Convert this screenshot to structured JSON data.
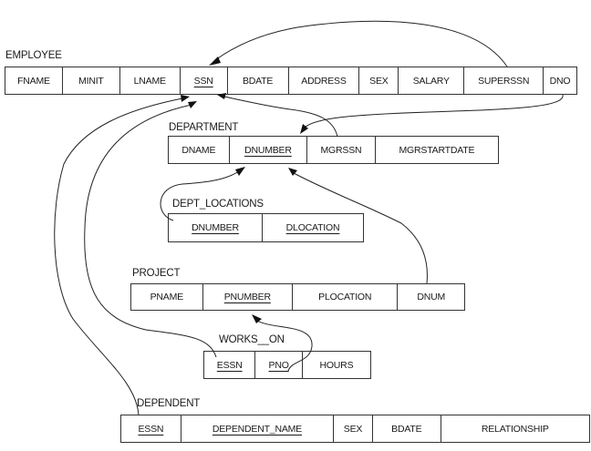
{
  "diagram": {
    "relations": [
      {
        "id": "employee",
        "name": "EMPLOYEE",
        "attributes": [
          {
            "name": "FNAME",
            "key": false
          },
          {
            "name": "MINIT",
            "key": false
          },
          {
            "name": "LNAME",
            "key": false
          },
          {
            "name": "SSN",
            "key": true
          },
          {
            "name": "BDATE",
            "key": false
          },
          {
            "name": "ADDRESS",
            "key": false
          },
          {
            "name": "SEX",
            "key": false
          },
          {
            "name": "SALARY",
            "key": false
          },
          {
            "name": "SUPERSSN",
            "key": false
          },
          {
            "name": "DNO",
            "key": false
          }
        ]
      },
      {
        "id": "department",
        "name": "DEPARTMENT",
        "attributes": [
          {
            "name": "DNAME",
            "key": false
          },
          {
            "name": "DNUMBER",
            "key": true
          },
          {
            "name": "MGRSSN",
            "key": false
          },
          {
            "name": "MGRSTARTDATE",
            "key": false
          }
        ]
      },
      {
        "id": "dept_locations",
        "name": "DEPT_LOCATIONS",
        "attributes": [
          {
            "name": "DNUMBER",
            "key": true
          },
          {
            "name": "DLOCATION",
            "key": true
          }
        ]
      },
      {
        "id": "project",
        "name": "PROJECT",
        "attributes": [
          {
            "name": "PNAME",
            "key": false
          },
          {
            "name": "PNUMBER",
            "key": true
          },
          {
            "name": "PLOCATION",
            "key": false
          },
          {
            "name": "DNUM",
            "key": false
          }
        ]
      },
      {
        "id": "works_on",
        "name": "WORKS__ON",
        "attributes": [
          {
            "name": "ESSN",
            "key": true
          },
          {
            "name": "PNO",
            "key": true
          },
          {
            "name": "HOURS",
            "key": false
          }
        ]
      },
      {
        "id": "dependent",
        "name": "DEPENDENT",
        "attributes": [
          {
            "name": "ESSN",
            "key": true
          },
          {
            "name": "DEPENDENT_NAME",
            "key": true
          },
          {
            "name": "SEX",
            "key": false
          },
          {
            "name": "BDATE",
            "key": false
          },
          {
            "name": "RELATIONSHIP",
            "key": false
          }
        ]
      }
    ],
    "foreign_keys": [
      {
        "from": "EMPLOYEE.SUPERSSN",
        "to": "EMPLOYEE.SSN"
      },
      {
        "from": "EMPLOYEE.DNO",
        "to": "DEPARTMENT.DNUMBER"
      },
      {
        "from": "DEPARTMENT.MGRSSN",
        "to": "EMPLOYEE.SSN"
      },
      {
        "from": "DEPT_LOCATIONS.DNUMBER",
        "to": "DEPARTMENT.DNUMBER"
      },
      {
        "from": "PROJECT.DNUM",
        "to": "DEPARTMENT.DNUMBER"
      },
      {
        "from": "WORKS__ON.ESSN",
        "to": "EMPLOYEE.SSN"
      },
      {
        "from": "WORKS__ON.PNO",
        "to": "PROJECT.PNUMBER"
      },
      {
        "from": "DEPENDENT.ESSN",
        "to": "EMPLOYEE.SSN"
      }
    ]
  }
}
